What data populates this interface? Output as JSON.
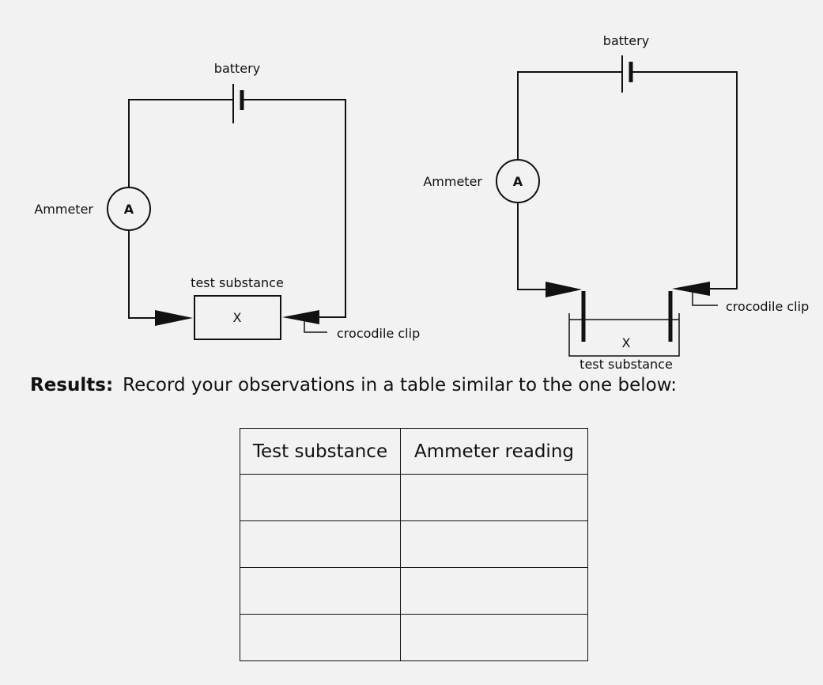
{
  "diagram_left": {
    "battery_label": "battery",
    "ammeter_label": "Ammeter",
    "meter_symbol": "A",
    "test_substance_label": "test substance",
    "substance_symbol": "X",
    "clip_label": "crocodile clip"
  },
  "diagram_right": {
    "battery_label": "battery",
    "ammeter_label": "Ammeter",
    "meter_symbol": "A",
    "test_substance_label": "test substance",
    "substance_symbol": "X",
    "clip_label": "crocodile clip"
  },
  "results": {
    "label": "Results:",
    "text": "Record your observations in a table similar to the one below:"
  },
  "table": {
    "headers": [
      "Test substance",
      "Ammeter reading"
    ],
    "rows": [
      [
        "",
        ""
      ],
      [
        "",
        ""
      ],
      [
        "",
        ""
      ],
      [
        "",
        ""
      ]
    ]
  }
}
